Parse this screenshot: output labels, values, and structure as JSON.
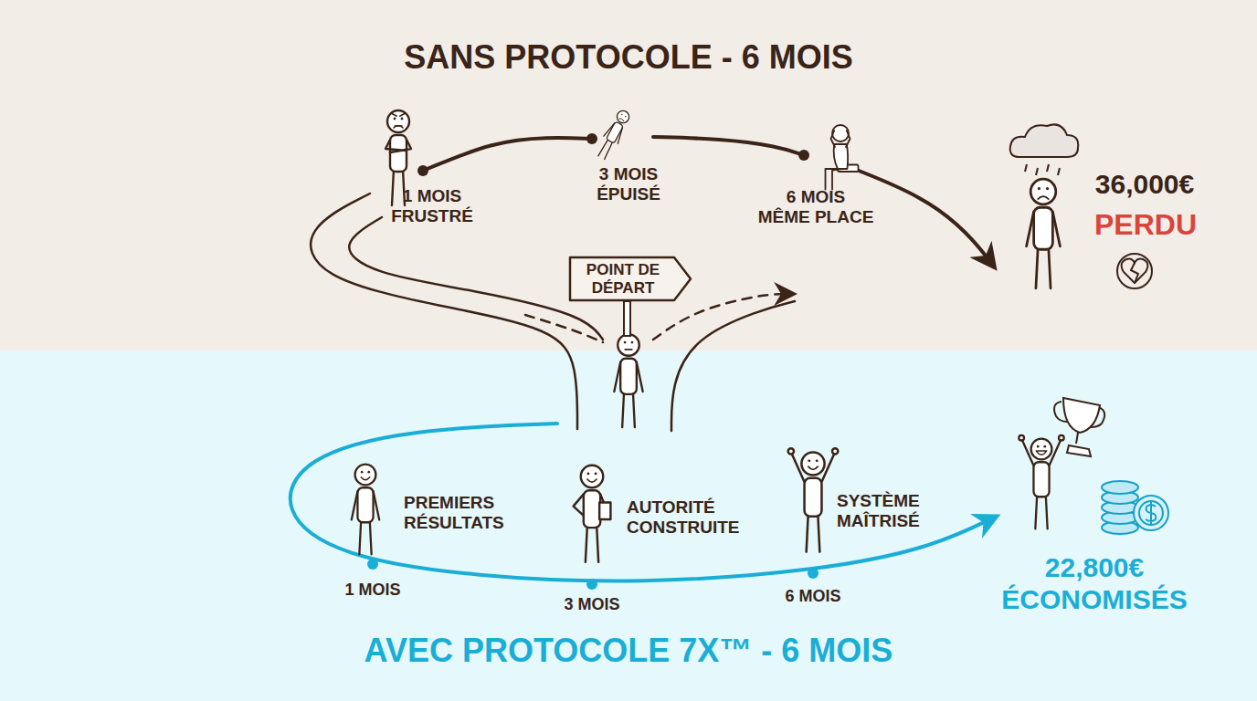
{
  "diagram": {
    "title": "SANS PROTOCOLE - 6 MOIS",
    "caption": "AVEC PROTOCOLE 7X™ - 6 MOIS",
    "nodes": [
      {
        "text": [
          "POINT DE DÉPART"
        ]
      }
    ],
    "labels": [
      "1 MOIS FRUSTRÉ",
      "3 MOIS ÉPUISÉ",
      "6 MOIS MÊME PLACE",
      "36,000€",
      "PERDU",
      "PREMIERS RÉSULTATS",
      "AUTORITÉ CONSTRUITE",
      "SYSTÈME MAÎTRISÉ",
      "1 MOIS",
      "3 MOIS",
      "6 MOIS",
      "22,800€ ÉCONOMISÉS"
    ]
  }
}
